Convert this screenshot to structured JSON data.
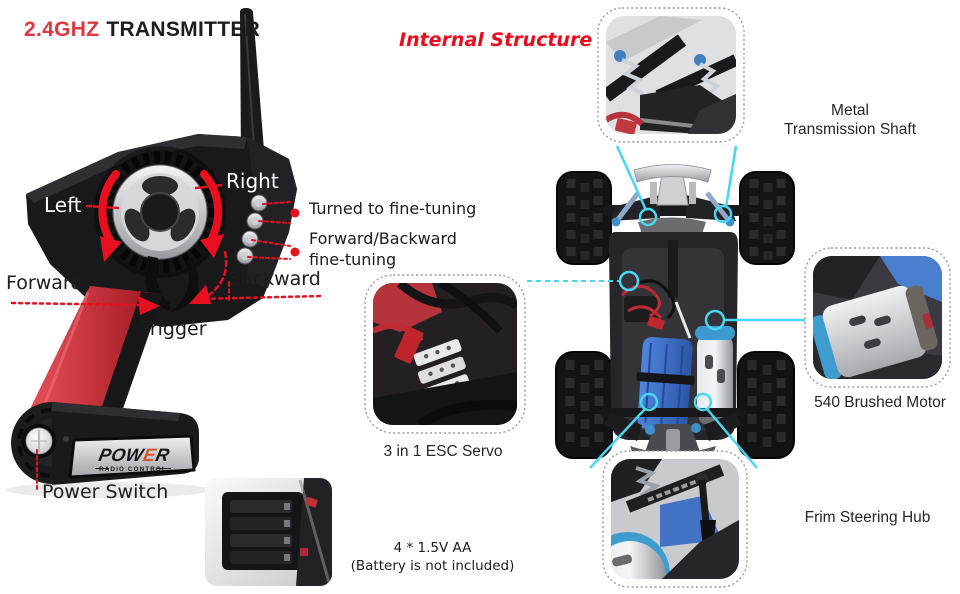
{
  "colors": {
    "title_red": "#e03642",
    "accent_red": "#e8101e",
    "internal_red": "#ea0c1c",
    "callout_cyan": "#49d6f2",
    "text_dark": "#1c1c1c"
  },
  "titles": {
    "frequency": "2.4GHZ",
    "transmitter": "TRANSMITTER",
    "internal_structure": "Internal Structure"
  },
  "transmitter_labels": {
    "left": "Left",
    "right": "Right",
    "forward": "Forward",
    "backward": "Backward",
    "trigger": "Trigger",
    "power_switch": "Power Switch",
    "fine_tuning_turn": "Turned to fine-tuning",
    "fine_tuning_fb_line1": "Forward/Backward",
    "fine_tuning_fb_line2": "fine-tuning"
  },
  "transmitter_brand": {
    "pow": "POW",
    "e": "E",
    "r": "R",
    "sub": "RADIO CONTROL"
  },
  "car_labels": {
    "transmission_line1": "Metal",
    "transmission_line2": "Transmission Shaft",
    "motor": "540 Brushed Motor",
    "steering": "Frim Steering Hub",
    "esc": "3 in 1 ESC Servo"
  },
  "battery_note": {
    "line1": "4 * 1.5V AA",
    "line2": "(Battery is not included)"
  }
}
